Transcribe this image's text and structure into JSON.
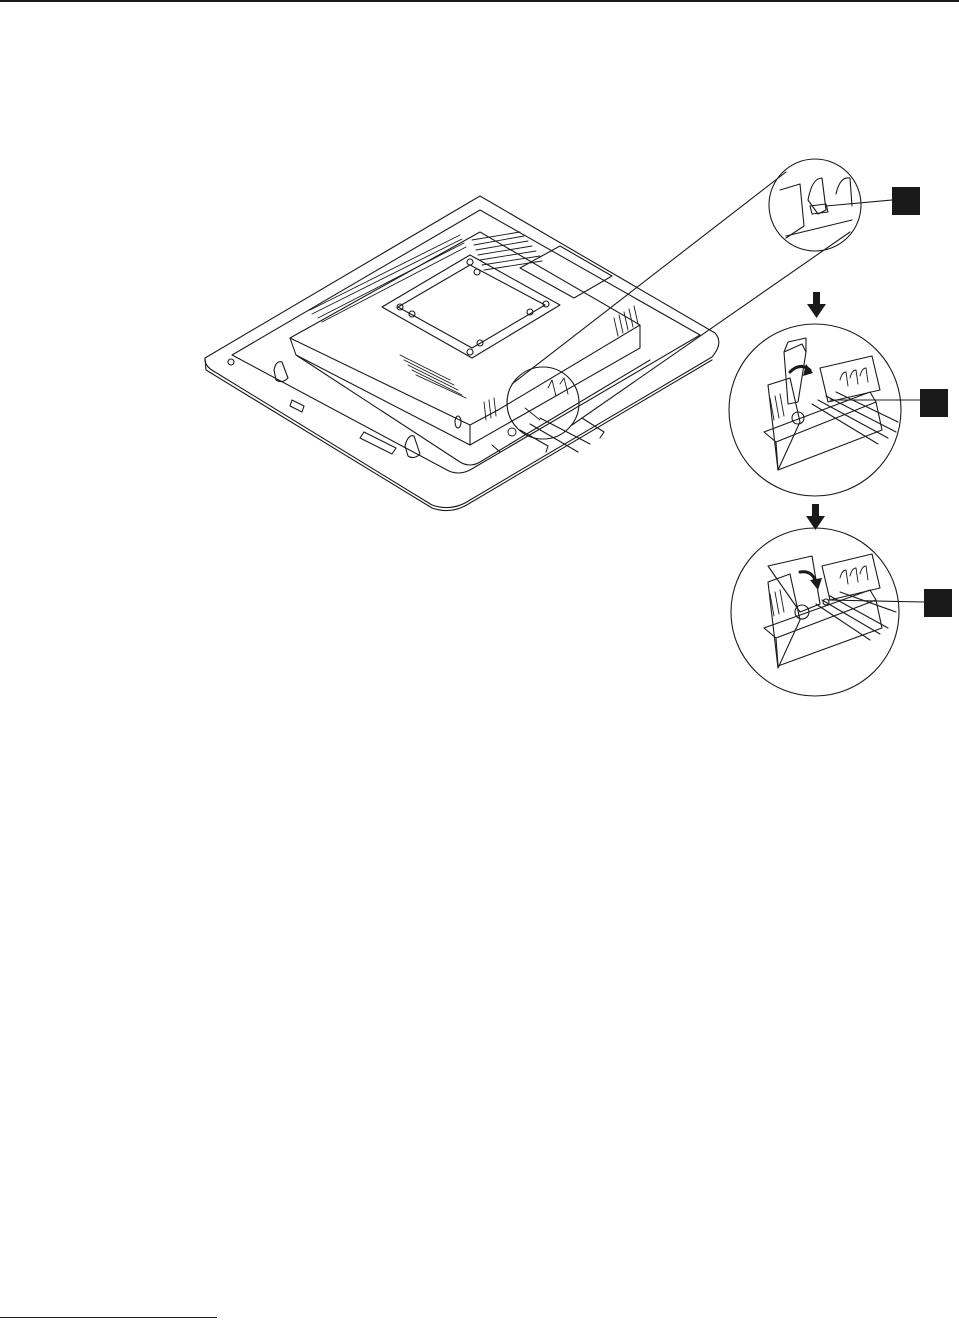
{
  "page": {
    "colors": {
      "line": "#1a1a1a",
      "paper": "#ffffff"
    },
    "icons": [
      "down-arrow-icon",
      "rotate-clockwise-arrow-icon",
      "rotate-counterclockwise-arrow-icon"
    ],
    "callouts": [
      "callout-1",
      "callout-2",
      "callout-3"
    ],
    "steps": [
      "detail-view-1",
      "detail-view-2",
      "detail-view-3"
    ]
  }
}
